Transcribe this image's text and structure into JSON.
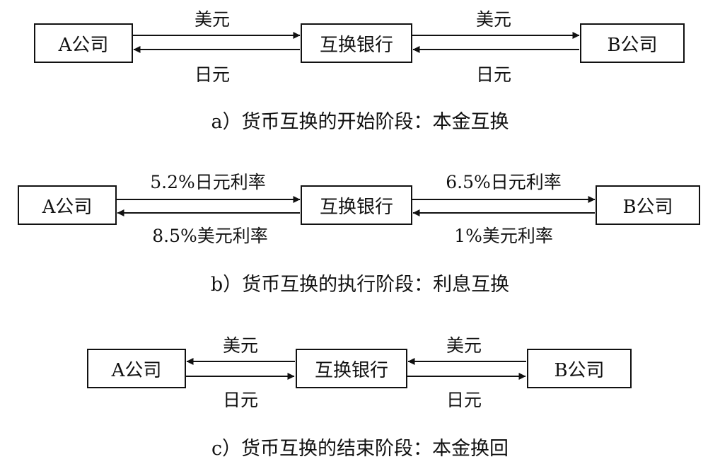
{
  "stages": [
    {
      "left_box": "A公司",
      "middle_box": "互换银行",
      "right_box": "B公司",
      "label_left_top": "美元",
      "label_left_bottom": "日元",
      "label_right_top": "美元",
      "label_right_bottom": "日元",
      "caption": "a）货币互换的开始阶段：本金互换"
    },
    {
      "left_box": "A公司",
      "middle_box": "互换银行",
      "right_box": "B公司",
      "label_left_top": "5.2%日元利率",
      "label_left_bottom": "8.5%美元利率",
      "label_right_top": "6.5%日元利率",
      "label_right_bottom": "1%美元利率",
      "caption": "b）货币互换的执行阶段：利息互换"
    },
    {
      "left_box": "A公司",
      "middle_box": "互换银行",
      "right_box": "B公司",
      "label_left_top": "美元",
      "label_left_bottom": "日元",
      "label_right_top": "美元",
      "label_right_bottom": "日元",
      "caption": "c）货币互换的结束阶段：本金换回"
    }
  ]
}
